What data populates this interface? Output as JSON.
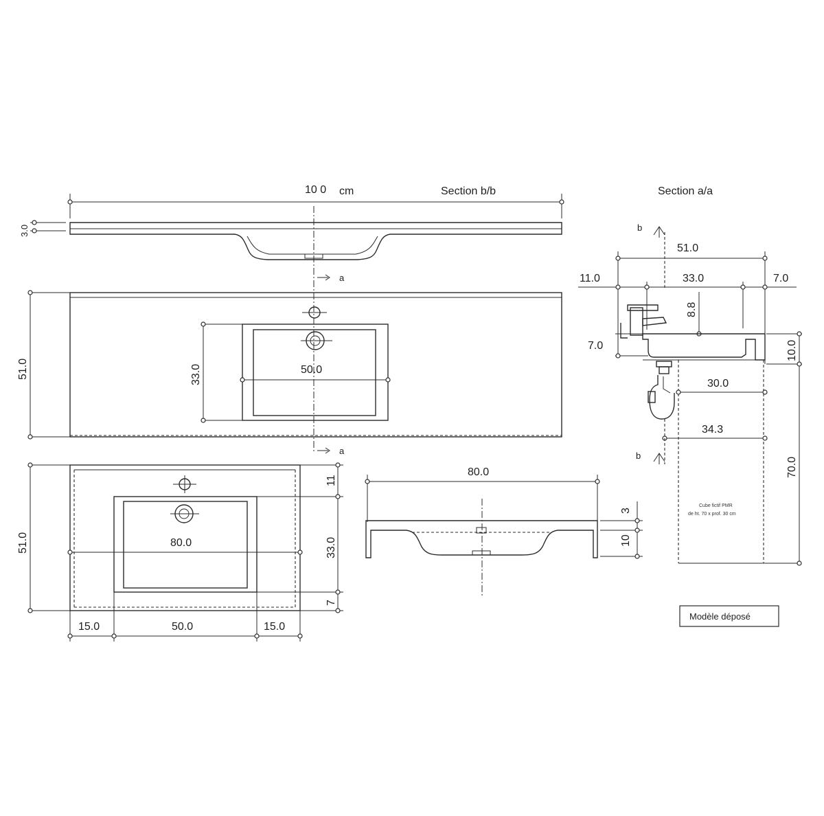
{
  "headings": {
    "overall_width": "10 0",
    "unit": "cm",
    "section_bb": "Section b/b",
    "section_aa": "Section a/a"
  },
  "plan_large": {
    "thickness": "3.0",
    "depth": "51.0",
    "basin_depth": "33.0",
    "basin_width": "50.0",
    "section_marker": "a"
  },
  "plan_small": {
    "depth": "51.0",
    "top_offset": "11",
    "basin_depth": "33.0",
    "bottom_offset": "7",
    "overall_width": "80.0",
    "left_margin": "15.0",
    "basin_width": "50.0",
    "right_margin": "15.0"
  },
  "section_small": {
    "width": "80.0",
    "thickness": "3",
    "basin_depth": "10"
  },
  "section_aa": {
    "section_marker": "b",
    "total_depth": "51.0",
    "rear_offset": "11.0",
    "basin_length": "33.0",
    "front_offset": "7.0",
    "tap_height": "8.8",
    "drain_height": "7.0",
    "top_thickness": "10.0",
    "clearance_depth_1": "30.0",
    "clearance_depth_2": "34.3",
    "clearance_height": "70.0",
    "note_line_1": "Cube fictif PMR",
    "note_line_2": "de ht. 70 x prof. 30 cm"
  },
  "badge": "Modèle déposé"
}
